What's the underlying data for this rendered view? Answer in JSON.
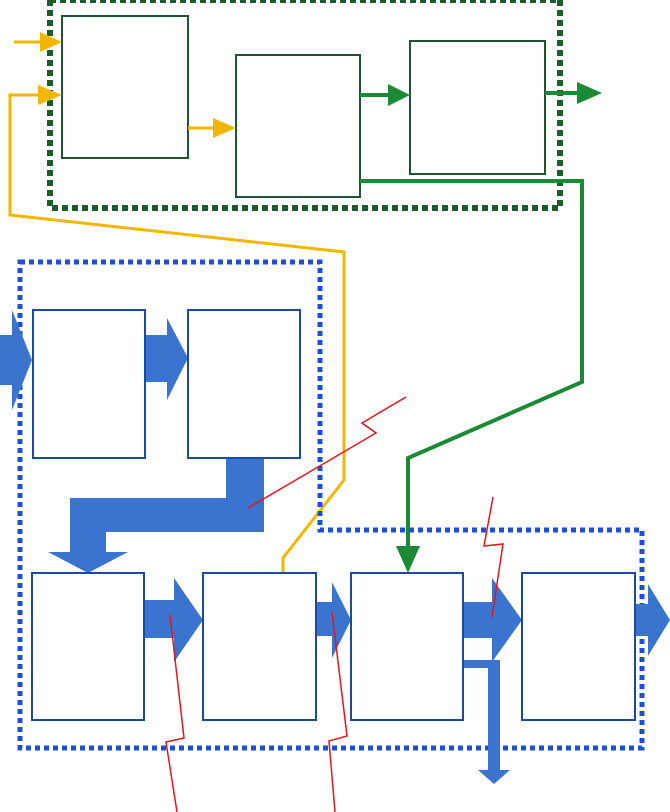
{
  "colors": {
    "background": "#ffffff",
    "green_box_border": "#1e5631",
    "green_group_border": "#1a5c2a",
    "green_arrow": "#1a8a35",
    "yellow_arrow": "#f2b705",
    "blue_box_border": "#1c4aa0",
    "blue_group_border": "#1a4fd6",
    "blue_arrow": "#3b74cf",
    "red_line": "#e8141b"
  },
  "groups": [
    "green-group",
    "blue-group"
  ],
  "boxes": [
    "green-box-1",
    "green-box-2",
    "green-box-3",
    "blue-box-1",
    "blue-box-2",
    "blue-box-3",
    "blue-box-4",
    "blue-box-5",
    "blue-box-6"
  ]
}
